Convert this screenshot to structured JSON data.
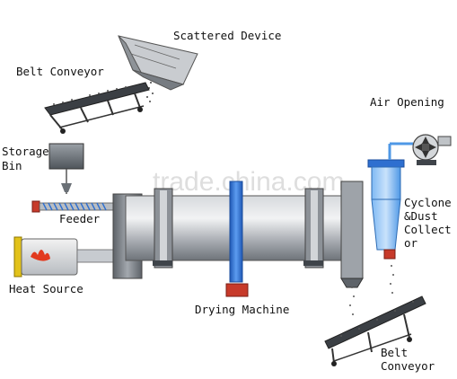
{
  "labels": {
    "scattered_device": "Scattered Device",
    "belt_conveyor_top": "Belt Conveyor",
    "storage_line1": "Storage",
    "storage_line2": "Bin",
    "feeder": "Feeder",
    "heat_source": "Heat Source",
    "drying_machine": "Drying Machine",
    "air_opening": "Air Opening",
    "cyclone_line1": "Cyclone",
    "cyclone_line2": "&Dust",
    "cyclone_line3": "Collect",
    "cyclone_line4": "or",
    "belt_bottom_line1": "Belt",
    "belt_bottom_line2": "Conveyor"
  },
  "watermark": "trade.china.com",
  "colors": {
    "drum": "#a9adb3",
    "steel": "#7d8288",
    "blue_pipe": "#2e6fd0",
    "cyclone": "#4f98e6",
    "flame": "#e23a1e",
    "heat_frame": "#e2c21a"
  }
}
